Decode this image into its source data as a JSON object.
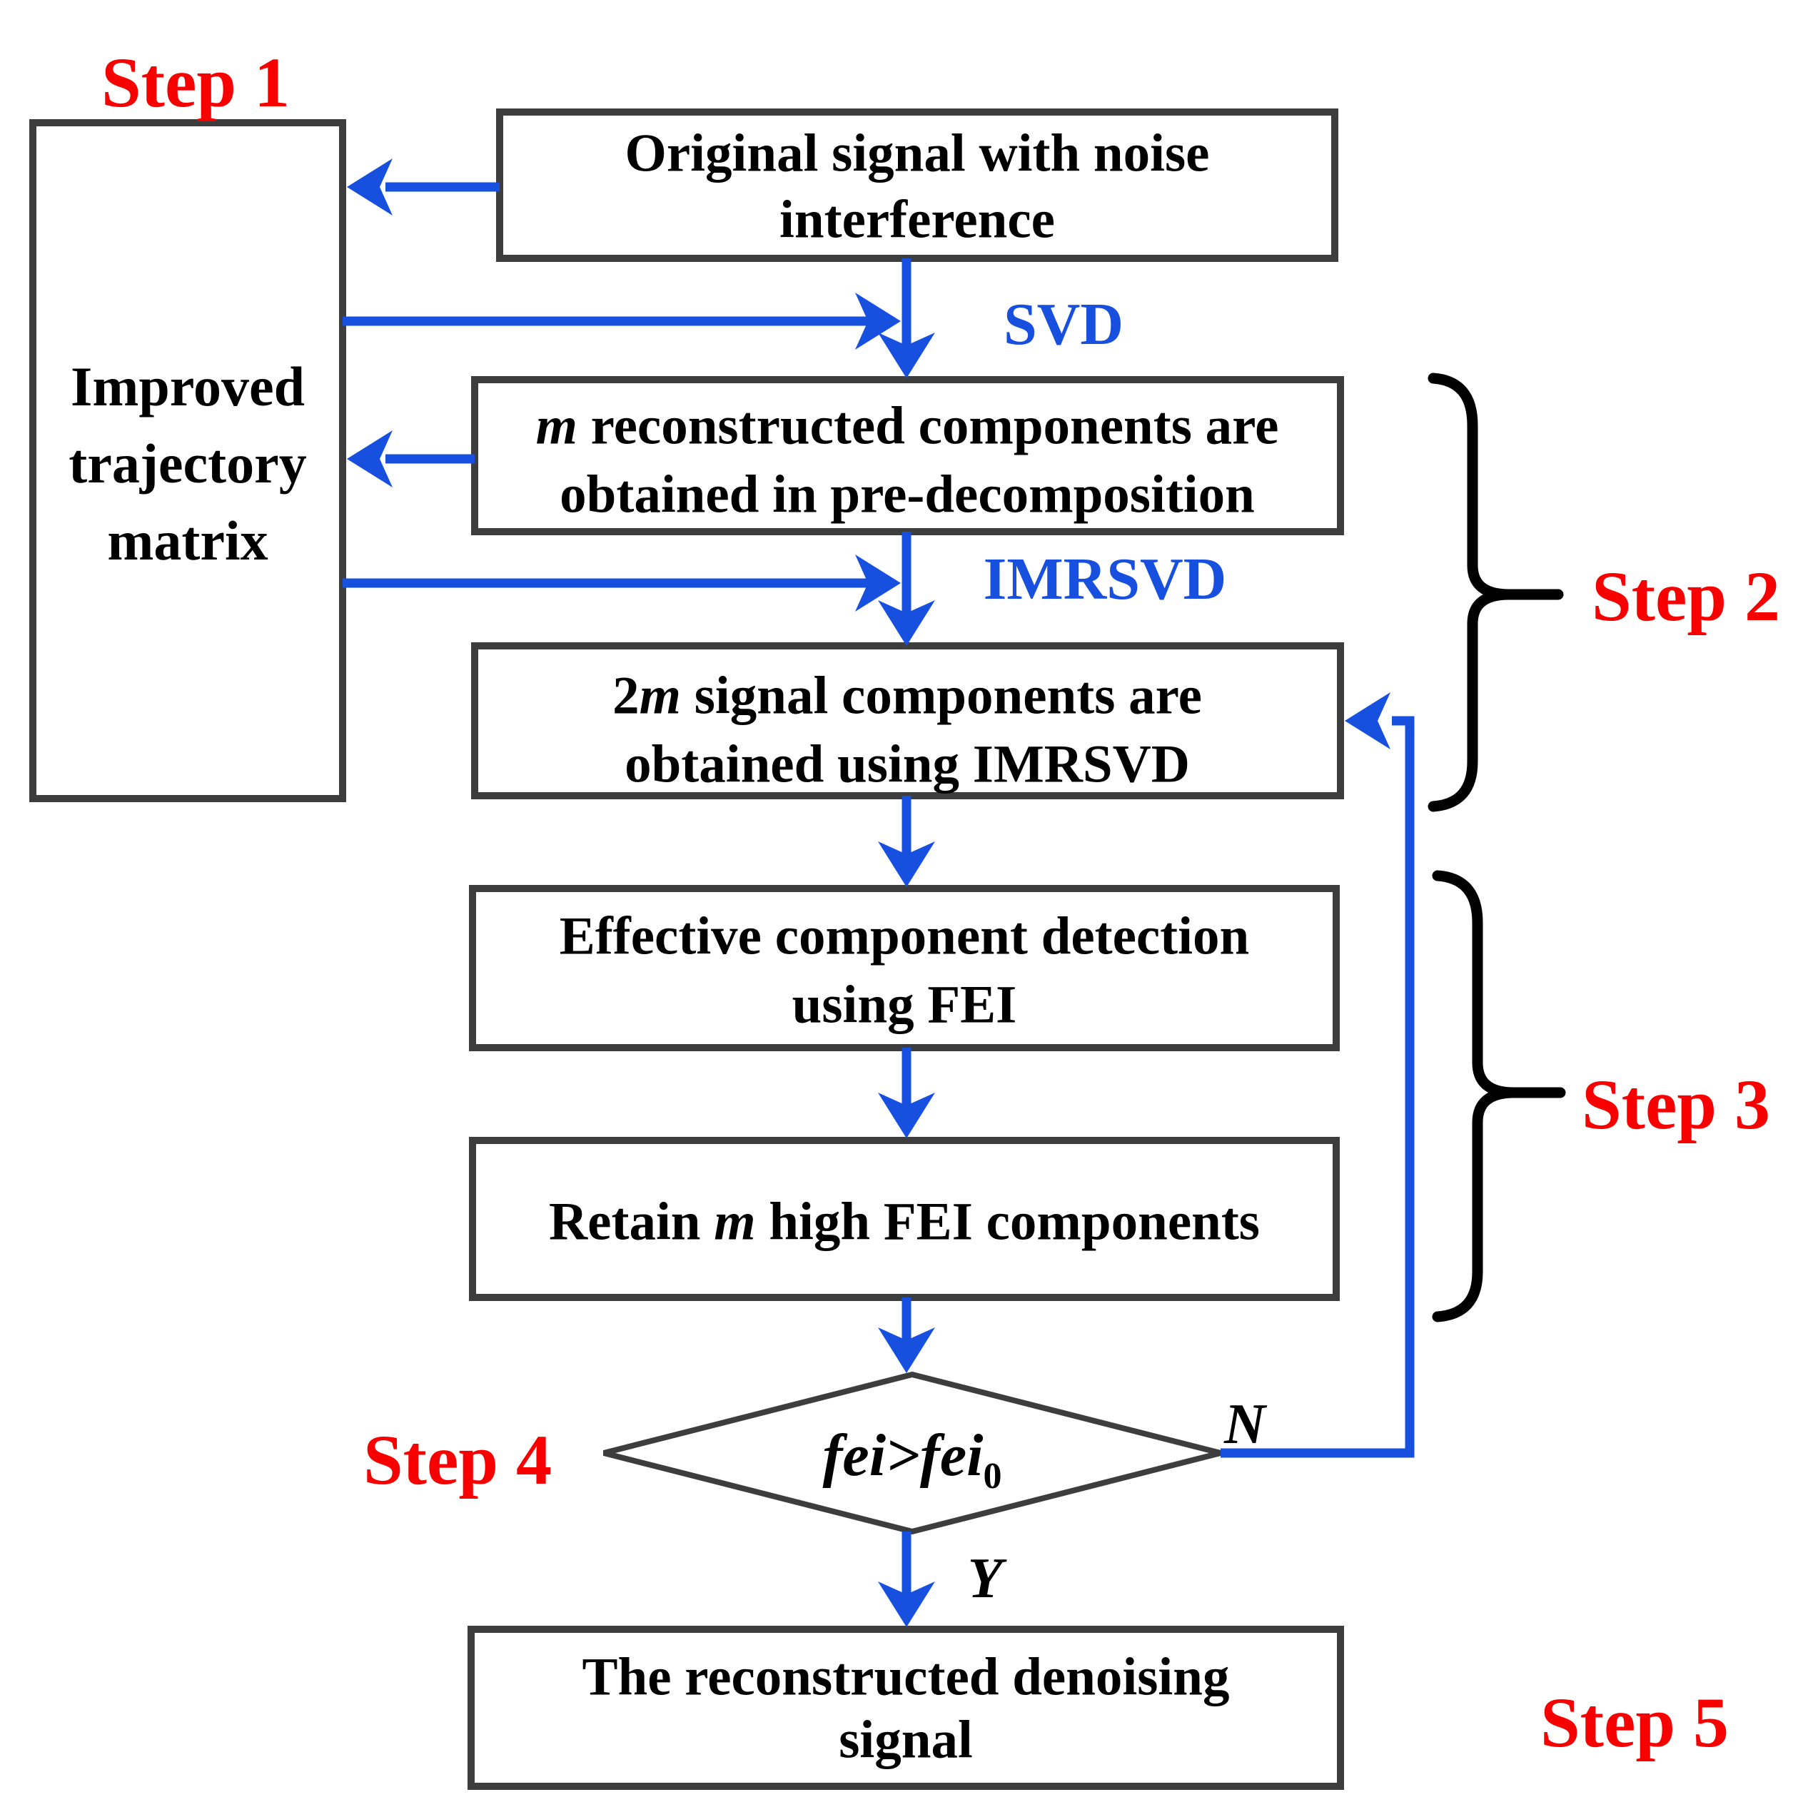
{
  "colors": {
    "blue": "#1750DF",
    "red": "#F80000",
    "ink": "#000000",
    "border": "#3D3D3D",
    "background": "#FFFFFF"
  },
  "steps": {
    "step1": "Step 1",
    "step2": "Step 2",
    "step3": "Step 3",
    "step4": "Step 4",
    "step5": "Step 5"
  },
  "flow_labels": {
    "svd": "SVD",
    "imrsvd": "IMRSVD",
    "no": "N",
    "yes": "Y"
  },
  "boxes": {
    "trajectory": {
      "lines": [
        "Improved",
        "trajectory",
        "matrix"
      ]
    },
    "original": {
      "lines": [
        "Original signal with noise",
        "interference"
      ]
    },
    "pre_decomposition": {
      "line1_italic": "m",
      "line1_rest": " reconstructed components are",
      "line2": "obtained in pre-decomposition"
    },
    "imrsvd_components": {
      "line1_prefix": "2",
      "line1_italic": "m",
      "line1_rest": " signal components are",
      "line2": "obtained using IMRSVD"
    },
    "fei_detection": {
      "lines": [
        "Effective component detection",
        "using FEI"
      ]
    },
    "retain": {
      "prefix": "Retain ",
      "italic": "m",
      "rest": " high FEI components"
    },
    "output": {
      "lines": [
        "The reconstructed denoising",
        "signal"
      ]
    }
  },
  "decision": {
    "lhs_italic": "fei",
    "operator": ">",
    "rhs_italic": "fei",
    "rhs_subscript": "0"
  }
}
